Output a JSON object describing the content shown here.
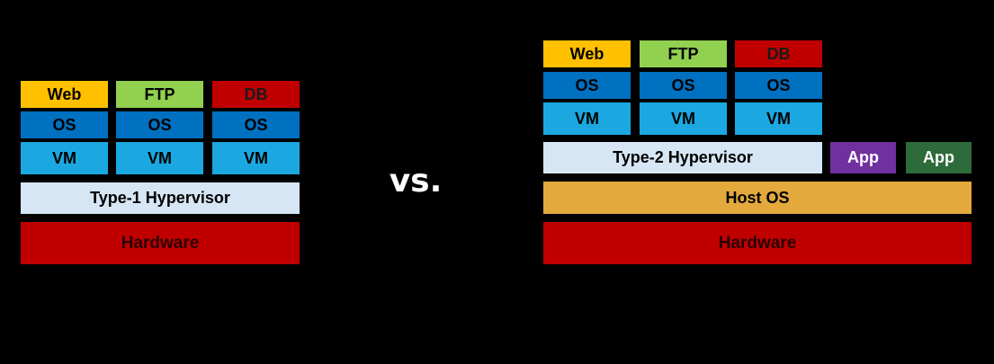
{
  "colors": {
    "background": "#000000",
    "web": "#ffc000",
    "ftp": "#92d050",
    "db": "#c00000",
    "os": "#0070c0",
    "vm": "#1ba8e0",
    "hypervisor": "#d6e6f5",
    "host_os": "#e3a93d",
    "hardware": "#c00000",
    "app1": "#7030a0",
    "app2": "#2e6b3a",
    "text_dark": "#000000",
    "text_light": "#ffffff",
    "db_text": "#1a1a1a",
    "hardware_text": "#2a0000",
    "vs_text": "#ffffff"
  },
  "separator": "vs.",
  "type1": {
    "stacks": [
      {
        "app": "Web",
        "os": "OS",
        "vm": "VM"
      },
      {
        "app": "FTP",
        "os": "OS",
        "vm": "VM"
      },
      {
        "app": "DB",
        "os": "OS",
        "vm": "VM"
      }
    ],
    "hypervisor": "Type-1 Hypervisor",
    "hardware": "Hardware"
  },
  "type2": {
    "stacks": [
      {
        "app": "Web",
        "os": "OS",
        "vm": "VM"
      },
      {
        "app": "FTP",
        "os": "OS",
        "vm": "VM"
      },
      {
        "app": "DB",
        "os": "OS",
        "vm": "VM"
      }
    ],
    "hypervisor": "Type-2 Hypervisor",
    "host_apps": [
      "App",
      "App"
    ],
    "host_os": "Host OS",
    "hardware": "Hardware"
  }
}
